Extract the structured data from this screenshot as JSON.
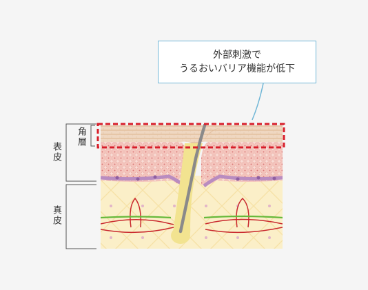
{
  "callout": {
    "line1": "外部刺激で",
    "line2": "うるおいバリア機能が低下"
  },
  "labels": {
    "stratum_corneum": "角層",
    "epidermis": "表皮",
    "dermis": "真皮"
  },
  "colors": {
    "background": "#f5f5f5",
    "callout_border": "#6fb6d6",
    "highlight_dash": "#d81e2a",
    "stratum_corneum": "#e9cbb1",
    "epidermis_cells": "#f5c8c2",
    "basal_cells": "#c39bc6",
    "dermis": "#fbefc8",
    "hair": "#8a8a8a",
    "follicle": "#f2e390",
    "nerve": "#66b93a",
    "capillary": "#c9282d"
  },
  "icons": [
    "hair-shaft",
    "hair-follicle",
    "capillary",
    "nerve-fiber"
  ]
}
